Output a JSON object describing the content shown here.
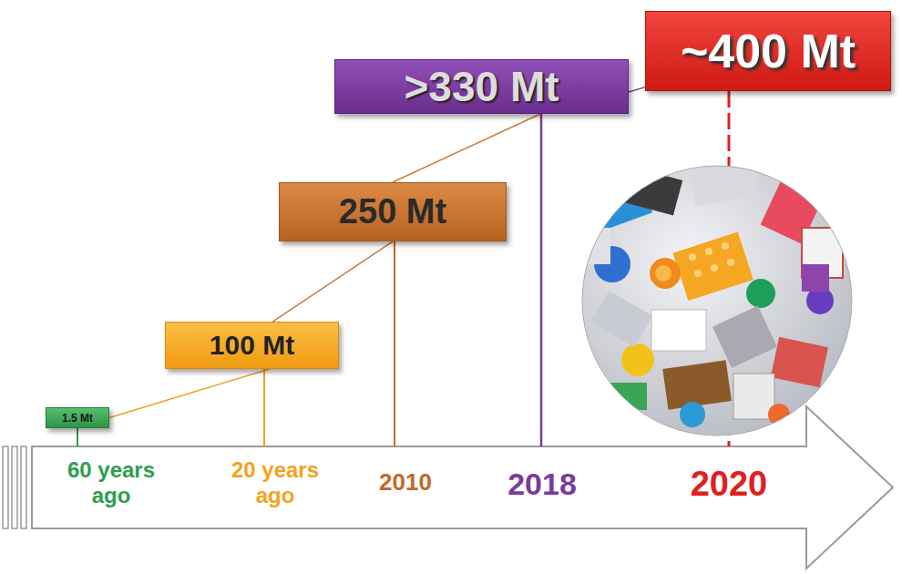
{
  "diagram": {
    "nodes": [
      {
        "text": [
          "1.5 Mt"
        ]
      },
      {
        "text": [
          "100 Mt"
        ]
      },
      {
        "text": [
          "250 Mt"
        ]
      },
      {
        "text": [
          ">330 Mt"
        ]
      },
      {
        "text": [
          "~400 Mt"
        ]
      }
    ],
    "edges": [
      {
        "from": 0,
        "to": 1,
        "arrow": "none"
      },
      {
        "from": 1,
        "to": 2,
        "arrow": "none"
      },
      {
        "from": 2,
        "to": 3,
        "arrow": "none"
      },
      {
        "from": 3,
        "to": 4,
        "arrow": "none"
      }
    ],
    "labels": [
      "60 years ago",
      "20 years ago",
      "2010",
      "2018",
      "2020"
    ]
  }
}
